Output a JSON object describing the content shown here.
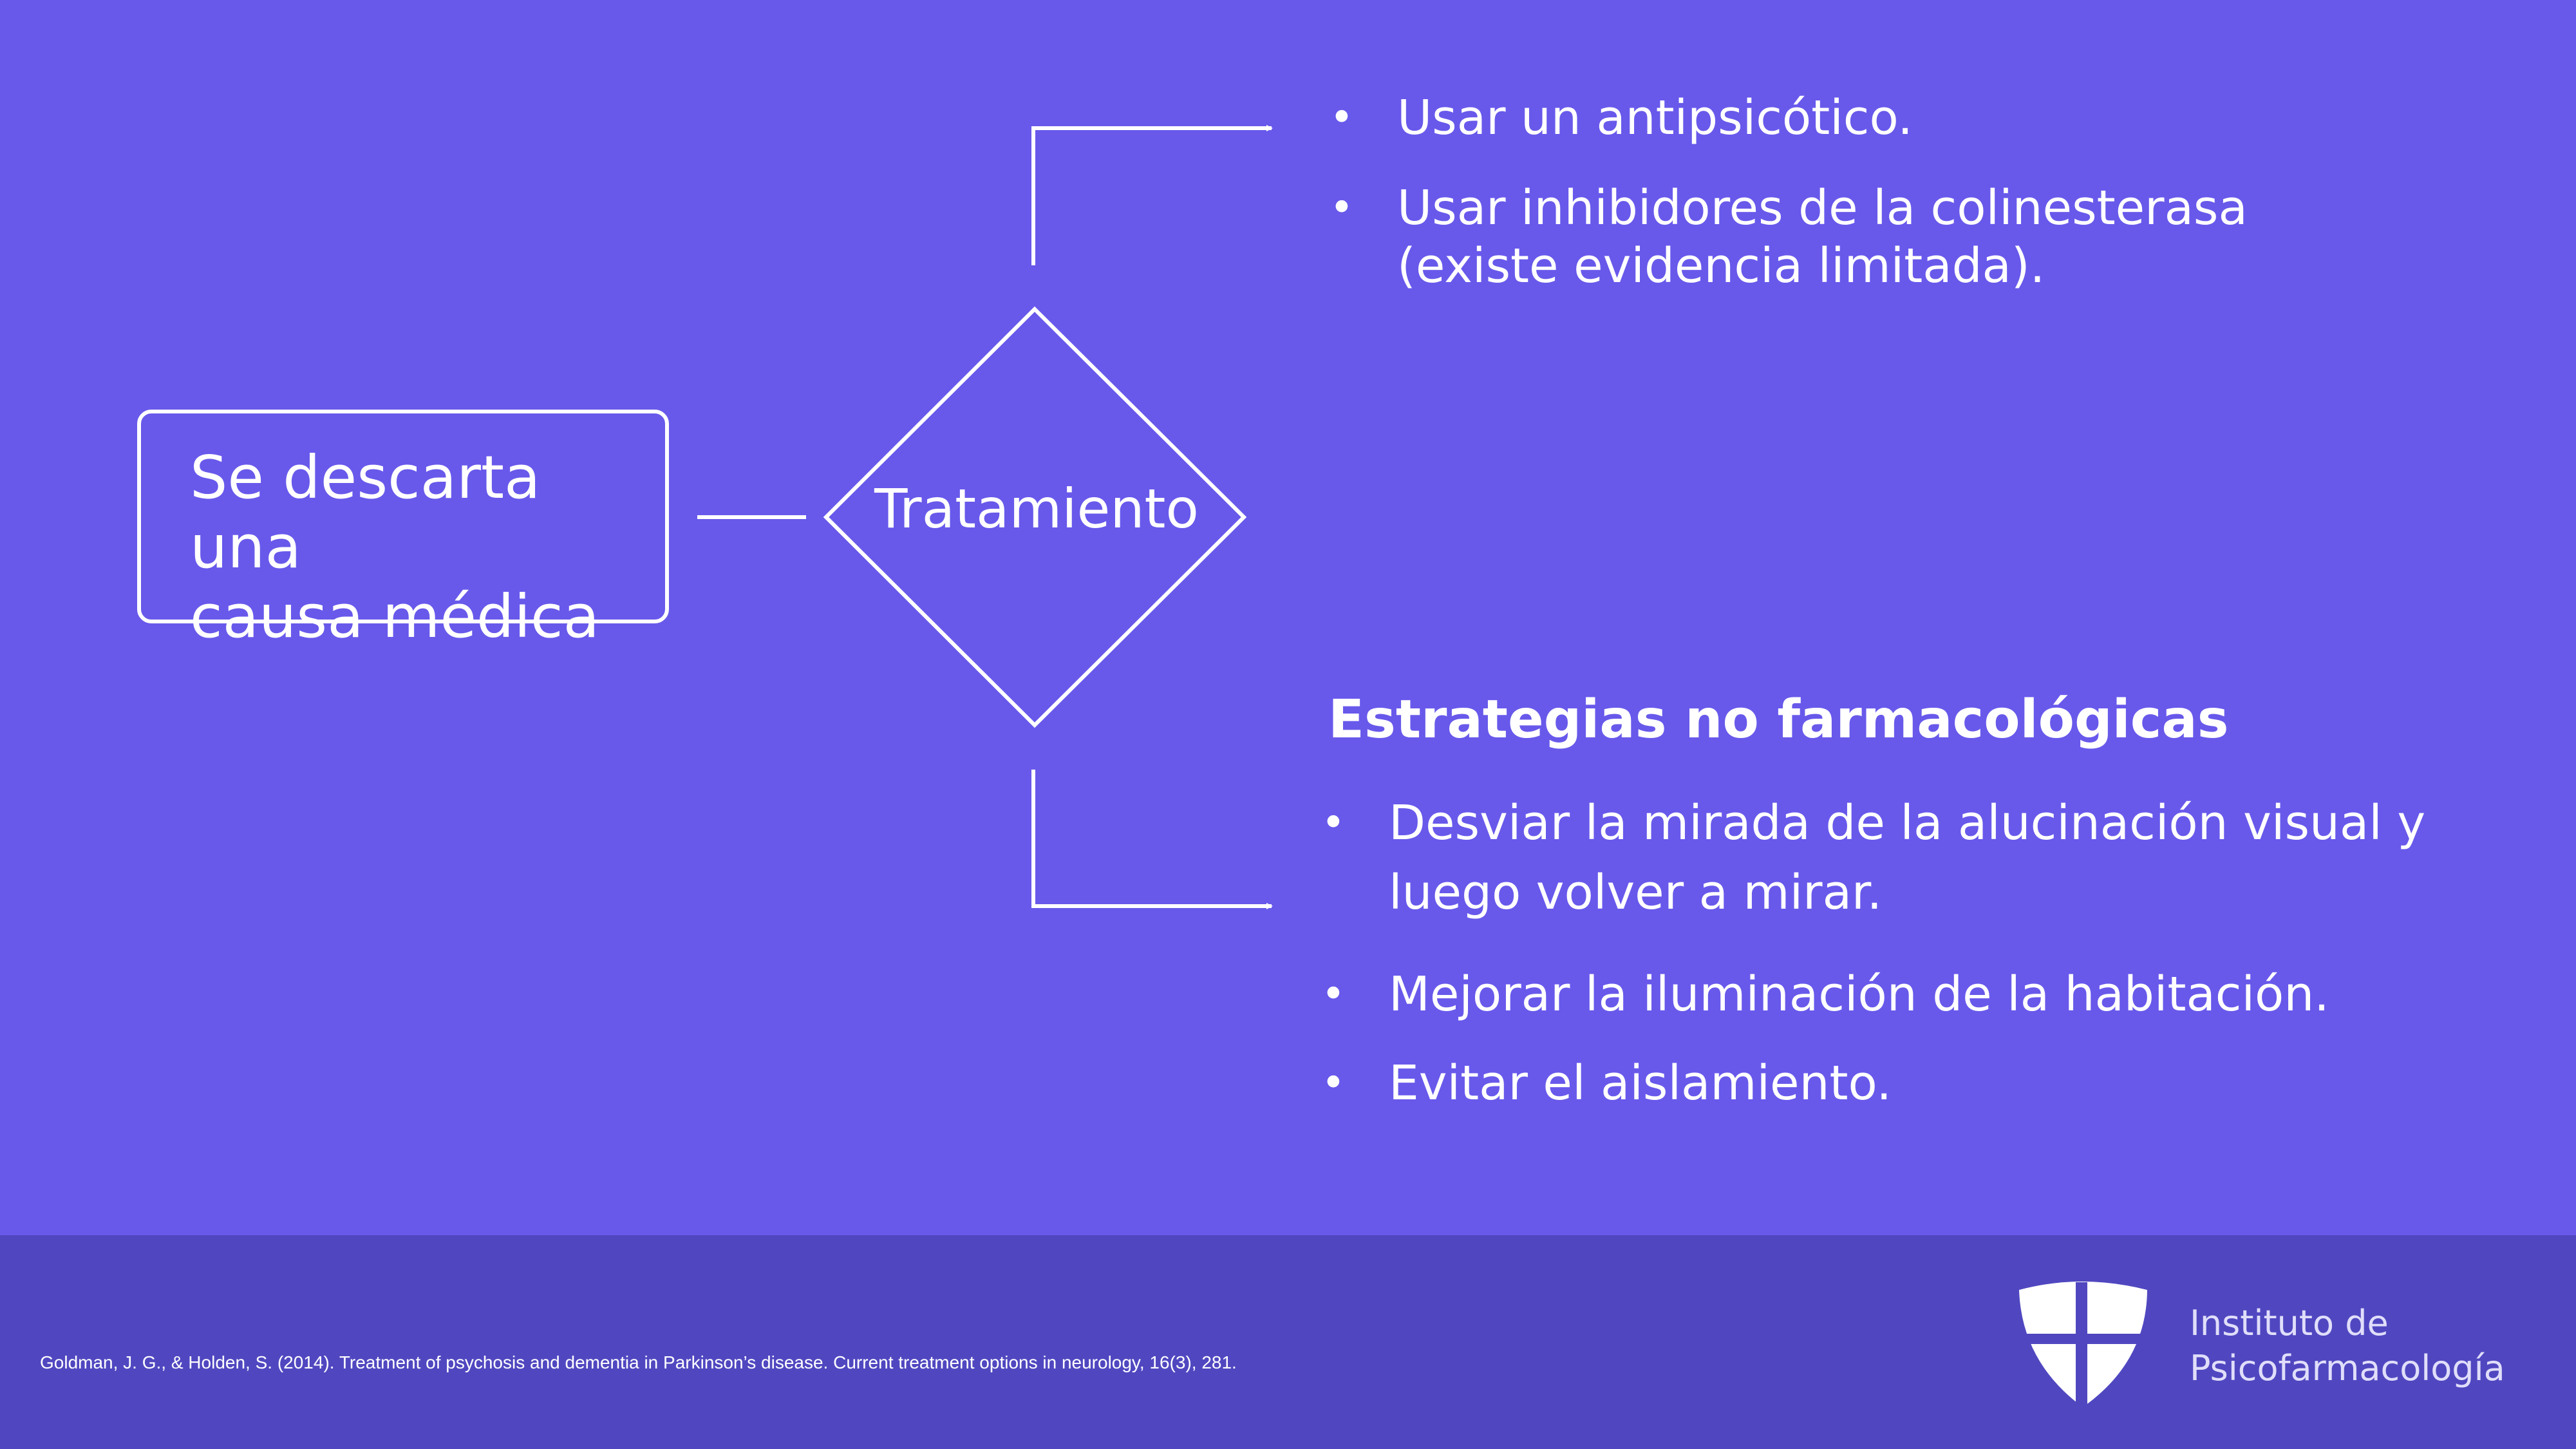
{
  "diagram": {
    "start_box": {
      "line1": "Se descarta una",
      "line2": "causa médica"
    },
    "decision": "Tratamiento",
    "pharmacological_options": [
      {
        "line1": "Usar un antipsicótico.",
        "line2": ""
      },
      {
        "line1": "Usar inhibidores de la colinesterasa",
        "line2": "(existe evidencia limitada)."
      }
    ],
    "non_pharmacological": {
      "heading": "Estrategias no farmacológicas",
      "items": [
        {
          "line1": "Desviar la mirada de la alucinación visual y",
          "line2": "luego volver a mirar."
        },
        {
          "line1": "Mejorar la iluminación de la habitación.",
          "line2": ""
        },
        {
          "line1": "Evitar el aislamiento.",
          "line2": ""
        }
      ]
    }
  },
  "bullet": "•",
  "footer": {
    "citation": "Goldman, J. G., & Holden, S. (2014). Treatment of psychosis and dementia in Parkinson’s disease. Current treatment options in neurology, 16(3), 281.",
    "brand_line1": "Instituto de",
    "brand_line2": "Psicofarmacología",
    "logo_icon": "shield-cross-icon"
  },
  "colors": {
    "background": "#6859eb",
    "footer": "#5047c0",
    "foreground": "#ffffff"
  }
}
